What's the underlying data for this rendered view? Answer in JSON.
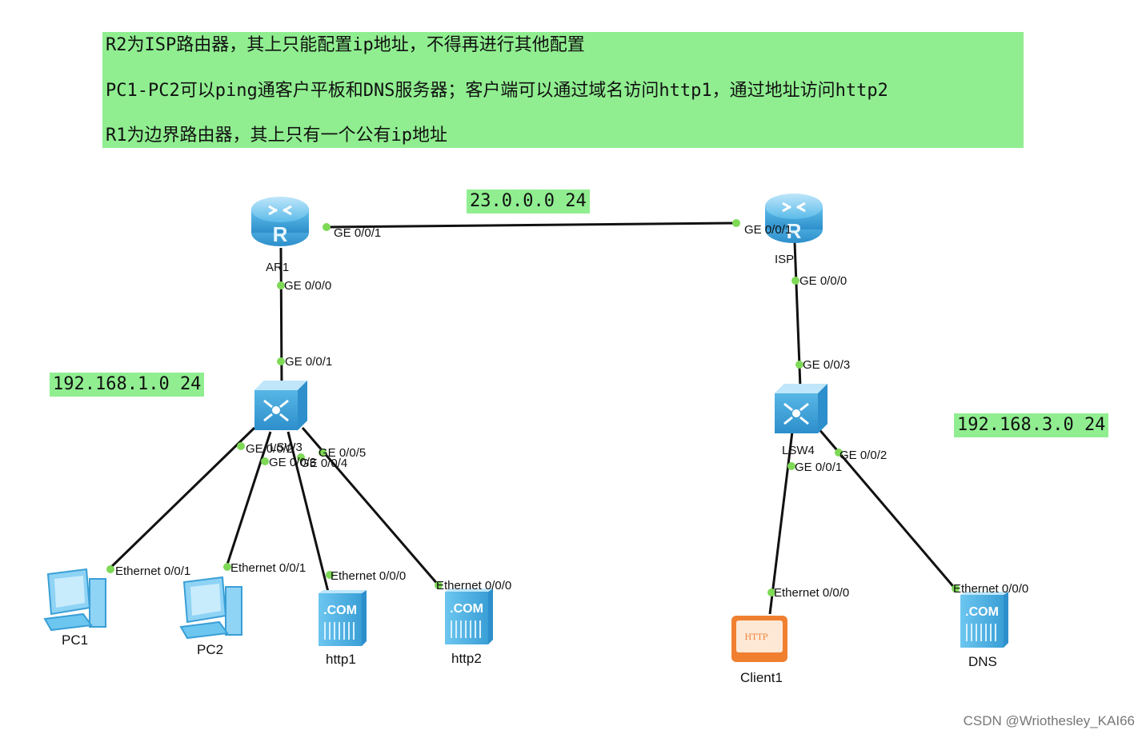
{
  "notes": [
    "R2为ISP路由器，其上只能配置ip地址，不得再进行其他配置",
    "PC1-PC2可以ping通客户平板和DNS服务器；客户端可以通过域名访问http1，通过地址访问http2",
    "R1为边界路由器，其上只有一个公有ip地址"
  ],
  "networks": {
    "wan": "23.0.0.0 24",
    "lan_left": "192.168.1.0 24",
    "lan_right": "192.168.3.0 24"
  },
  "devices": {
    "ar1": "AR1",
    "isp": "ISP",
    "lsw3": "LSW3",
    "lsw4": "LSW4",
    "pc1": "PC1",
    "pc2": "PC2",
    "http1": "http1",
    "http2": "http2",
    "client1": "Client1",
    "dns": "DNS"
  },
  "ports": {
    "ar1_ge001": "GE 0/0/1",
    "isp_ge001": "GE 0/0/1",
    "ar1_ge000": "GE 0/0/0",
    "isp_ge000": "GE 0/0/0",
    "lsw3_ge001": "GE 0/0/1",
    "lsw4_ge003": "GE 0/0/3",
    "lsw3_ge002": "GE 0/0/2",
    "lsw3_ge003": "GE 0/0/3",
    "lsw3_ge004": "GE 0/0/4",
    "lsw3_ge005": "GE 0/0/5",
    "lsw4_ge001": "GE 0/0/1",
    "lsw4_ge002": "GE 0/0/2",
    "pc1_eth": "Ethernet 0/0/1",
    "pc2_eth": "Ethernet 0/0/1",
    "http1_eth": "Ethernet 0/0/0",
    "http2_eth": "Ethernet 0/0/0",
    "client1_eth": "Ethernet 0/0/0",
    "dns_eth": "Ethernet 0/0/0"
  },
  "server_icon_text": "COM",
  "client_icon_text": "HTTP",
  "watermark": "CSDN @Wriothesley_KAI66",
  "colors": {
    "highlight": "#90ee90",
    "port_dot": "#7ed957",
    "device_blue": "#4fb3e8",
    "client_orange": "#f08030"
  }
}
